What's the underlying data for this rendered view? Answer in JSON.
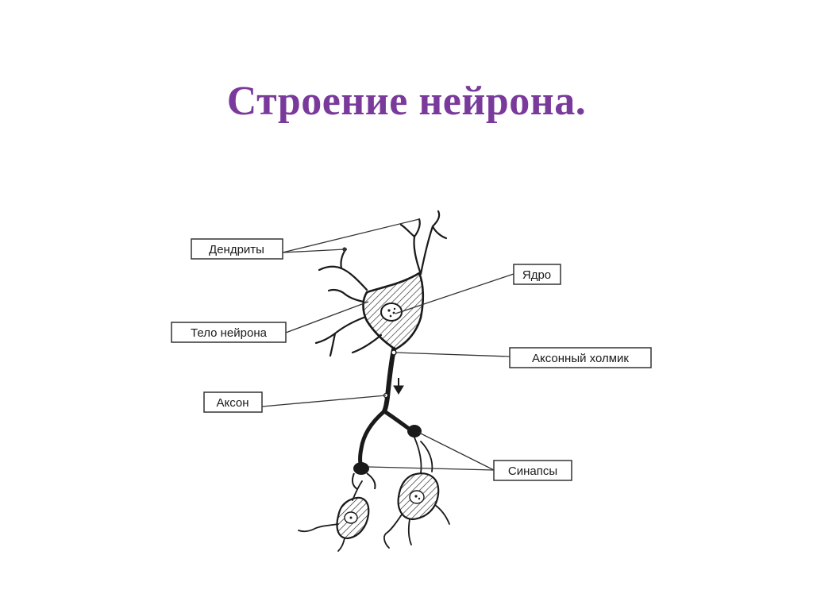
{
  "title": "Строение нейрона.",
  "colors": {
    "title": "#7a3a9c",
    "line": "#1a1a1a",
    "box": "#333333"
  },
  "labels": {
    "dendrites": "Дендриты",
    "nucleus": "Ядро",
    "body": "Тело нейрона",
    "hillock": "Аксонный холмик",
    "axon": "Аксон",
    "synapses": "Синапсы"
  }
}
